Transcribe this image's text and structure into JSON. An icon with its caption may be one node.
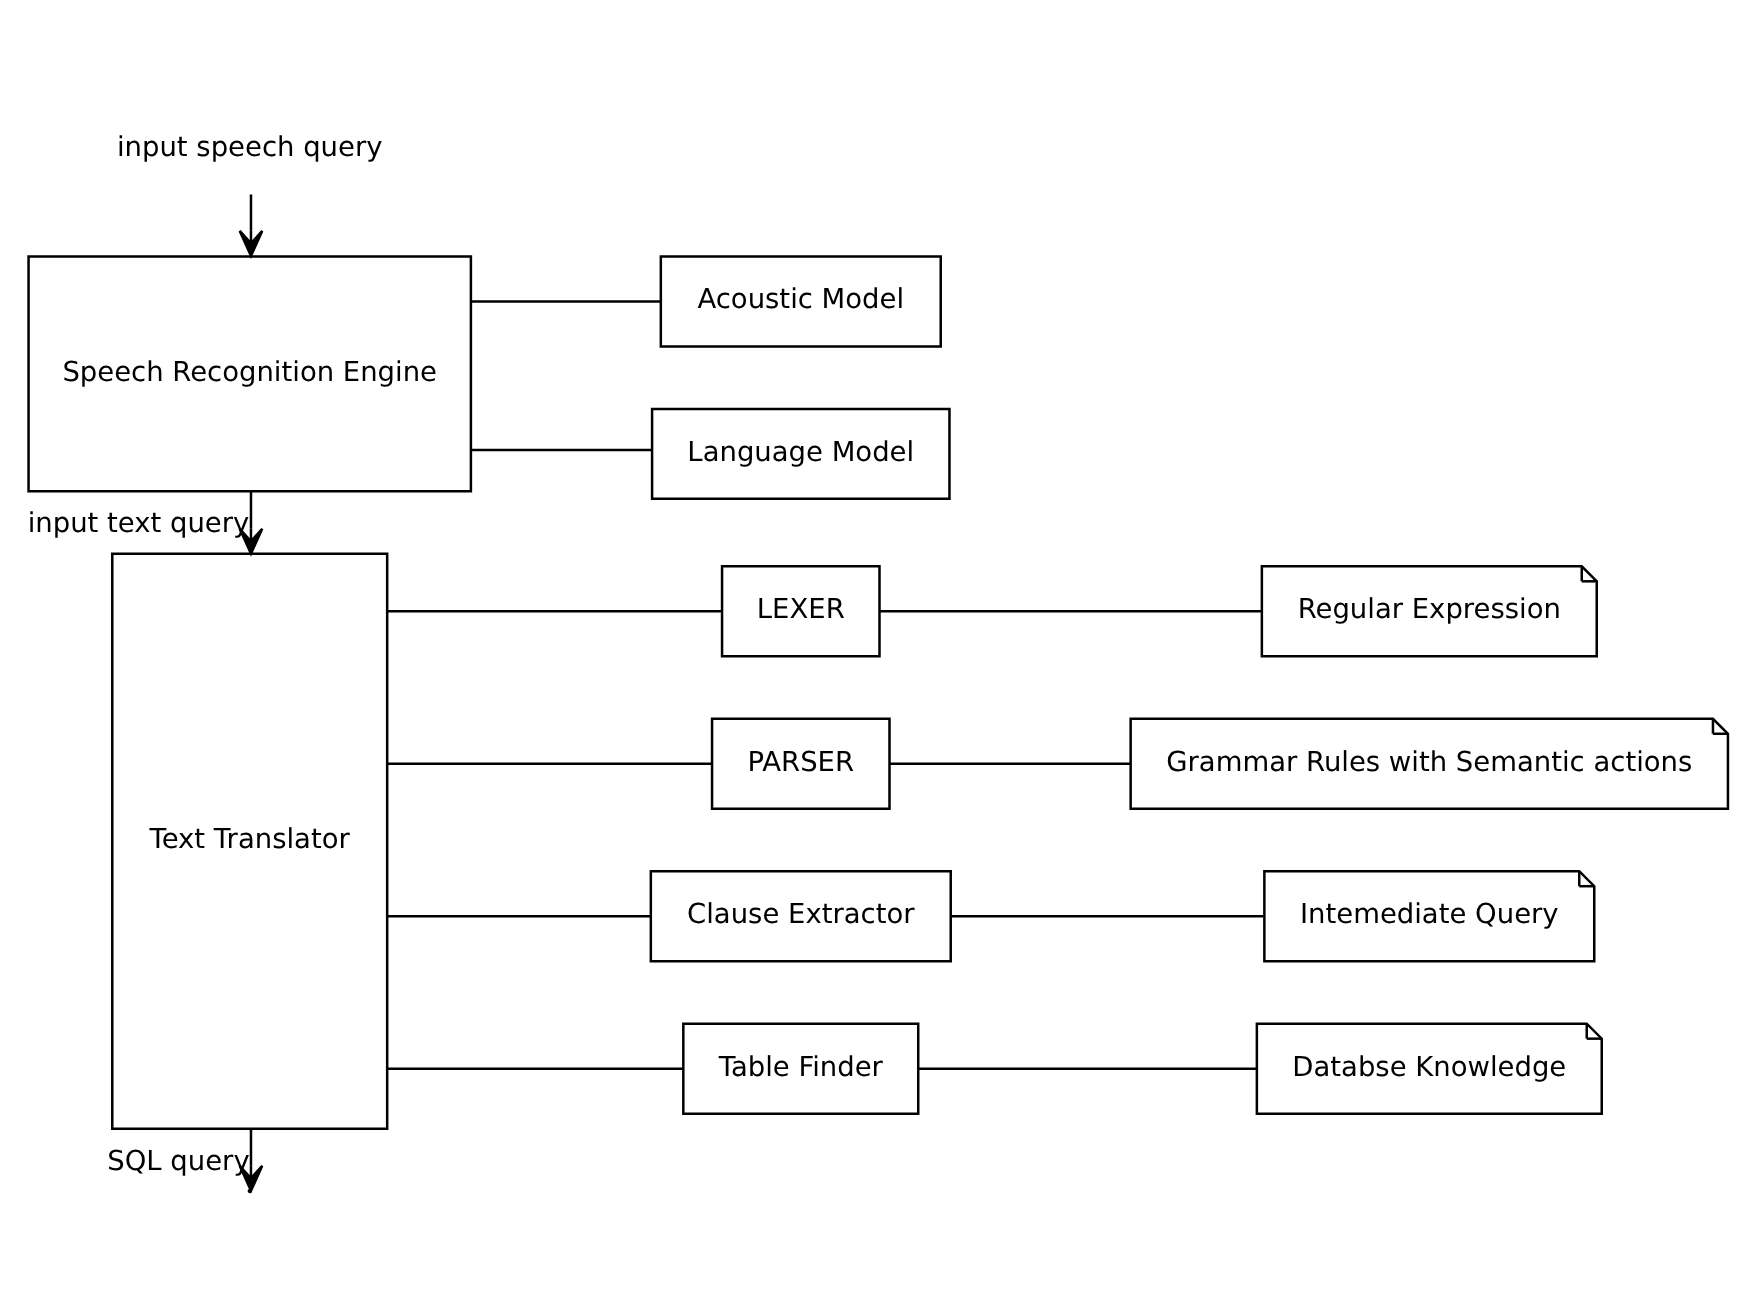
{
  "diagram": {
    "nodes": [
      {
        "text": [
          "input speech query"
        ]
      },
      {
        "text": [
          "Speech Recognition Engine"
        ]
      },
      {
        "text": [
          "Acoustic Model"
        ]
      },
      {
        "text": [
          "Language Model"
        ]
      },
      {
        "text": [
          "Text Translator"
        ]
      },
      {
        "text": [
          "LEXER"
        ]
      },
      {
        "text": [
          "Regular Expression"
        ]
      },
      {
        "text": [
          "PARSER"
        ]
      },
      {
        "text": [
          "Grammar Rules with Semantic actions"
        ]
      },
      {
        "text": [
          "Clause Extractor"
        ]
      },
      {
        "text": [
          "Intemediate Query"
        ]
      },
      {
        "text": [
          "Table Finder"
        ]
      },
      {
        "text": [
          "Databse Knowledge"
        ]
      }
    ],
    "edges": [
      {
        "from": 0,
        "to": 1,
        "arrow": "to"
      },
      {
        "from": 1,
        "to": 2,
        "arrow": "none"
      },
      {
        "from": 1,
        "to": 3,
        "arrow": "none"
      },
      {
        "from": 1,
        "to": 4,
        "arrow": "to",
        "label": "input text query"
      },
      {
        "from": 4,
        "to": 5,
        "arrow": "none"
      },
      {
        "from": 5,
        "to": 6,
        "arrow": "none"
      },
      {
        "from": 4,
        "to": 7,
        "arrow": "none"
      },
      {
        "from": 7,
        "to": 8,
        "arrow": "none"
      },
      {
        "from": 4,
        "to": 9,
        "arrow": "none"
      },
      {
        "from": 9,
        "to": 10,
        "arrow": "none"
      },
      {
        "from": 4,
        "to": 11,
        "arrow": "none"
      },
      {
        "from": 11,
        "to": 12,
        "arrow": "none"
      },
      {
        "from": 4,
        "to": null,
        "arrow": "to",
        "label": "SQL query"
      }
    ]
  }
}
